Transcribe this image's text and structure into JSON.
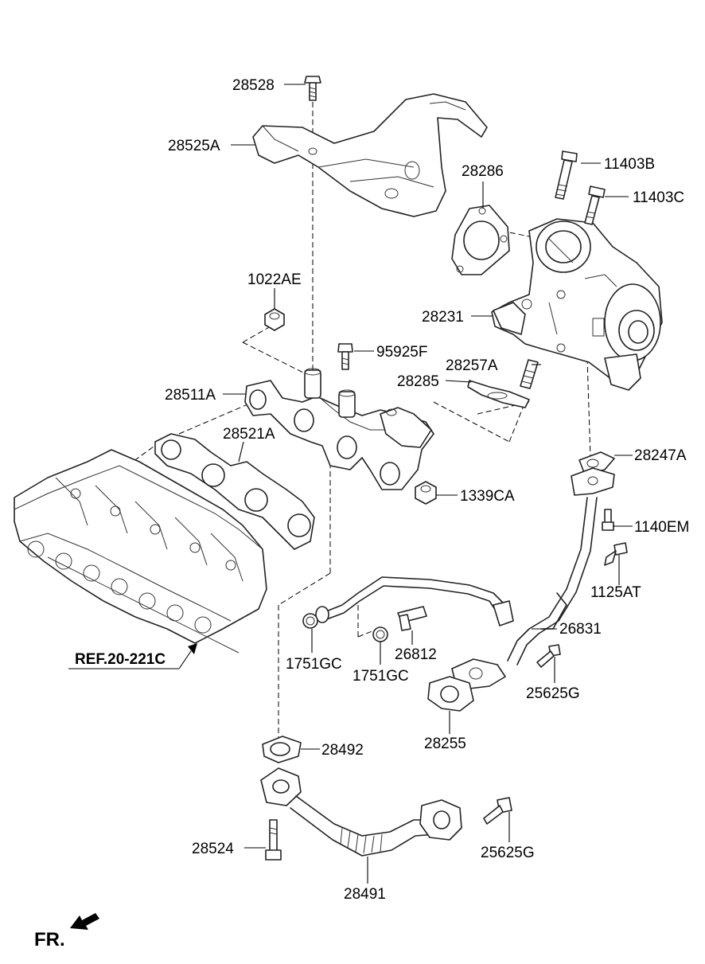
{
  "labels": {
    "p28528": "28528",
    "p28525A": "28525A",
    "p28286": "28286",
    "p11403B": "11403B",
    "p11403C": "11403C",
    "p1022AE": "1022AE",
    "p28231": "28231",
    "p95925F": "95925F",
    "p28257A": "28257A",
    "p28285": "28285",
    "p28511A": "28511A",
    "p28521A": "28521A",
    "p28247A": "28247A",
    "p1339CA": "1339CA",
    "p1140EM": "1140EM",
    "p1125AT": "1125AT",
    "p26831": "26831",
    "p1751GC_a": "1751GC",
    "p26812": "26812",
    "p1751GC_b": "1751GC",
    "p25625G_a": "25625G",
    "p28255": "28255",
    "p28492": "28492",
    "p28524": "28524",
    "p25625G_b": "25625G",
    "p28491": "28491"
  },
  "reference": "REF.20-221C",
  "front_marker": "FR."
}
